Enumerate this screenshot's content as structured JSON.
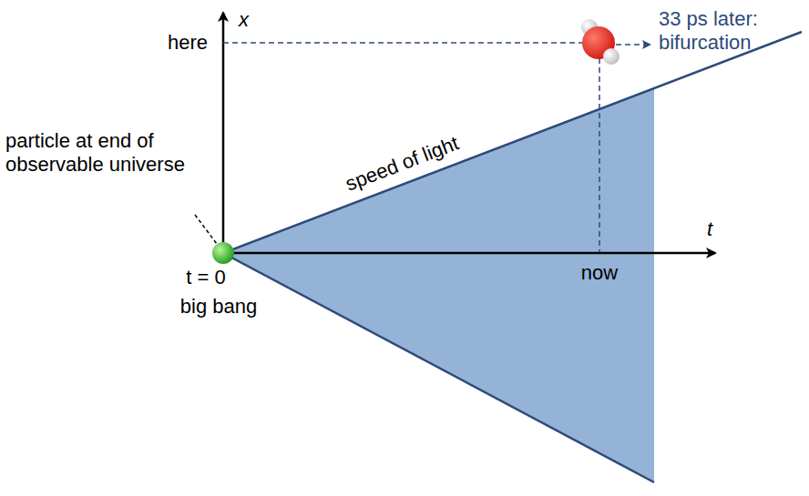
{
  "diagram": {
    "labels": [
      "x",
      "here",
      "particle at end of observable universe",
      "t = 0",
      "big bang",
      "speed of light",
      "now",
      "t",
      "33 ps later: bifurcation"
    ]
  }
}
